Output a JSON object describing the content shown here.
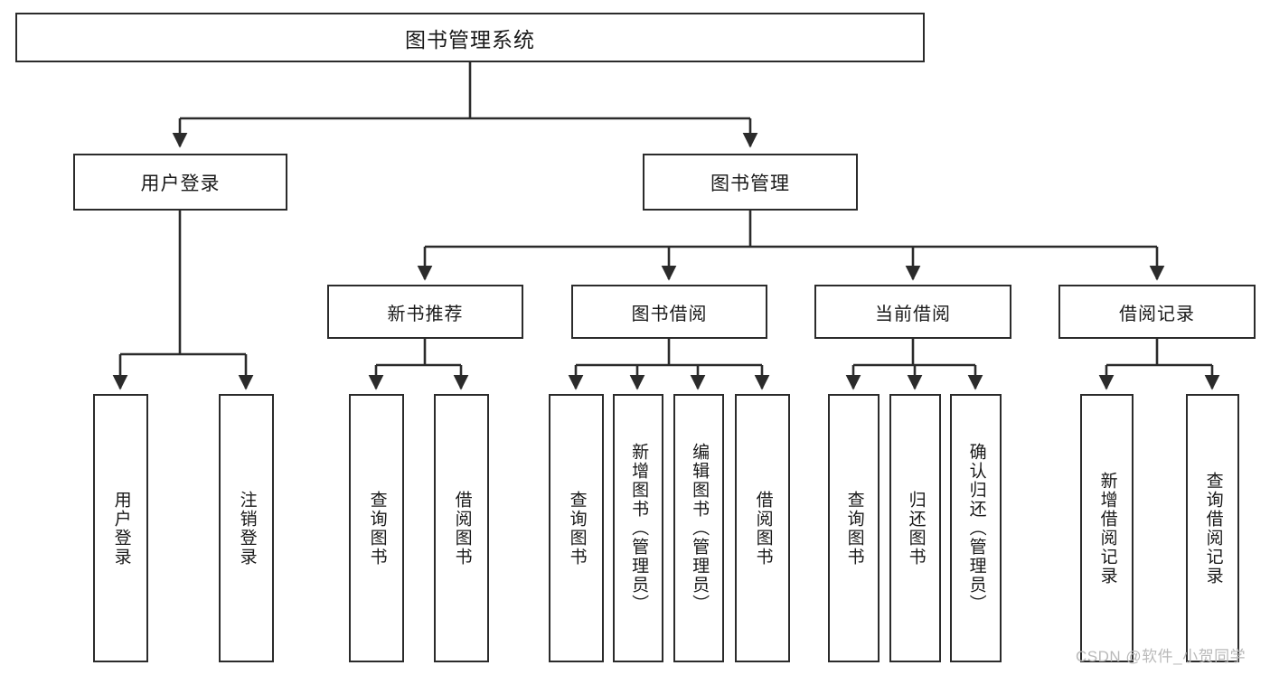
{
  "diagram": {
    "title": "图书管理系统",
    "type": "tree-hierarchy-chart",
    "colors": {
      "box_border": "#2b2b2b",
      "box_fill": "#ffffff",
      "edge": "#2b2b2b",
      "text": "#1a1a1a",
      "watermark": "#b9b9b9"
    },
    "root": {
      "id": "root",
      "label": "图书管理系统"
    },
    "level2": [
      {
        "id": "user-login",
        "label": "用户登录"
      },
      {
        "id": "book-manage",
        "label": "图书管理"
      }
    ],
    "level3": [
      {
        "id": "new-book-rec",
        "label": "新书推荐",
        "parent": "book-manage"
      },
      {
        "id": "book-borrow",
        "label": "图书借阅",
        "parent": "book-manage"
      },
      {
        "id": "current-borrow",
        "label": "当前借阅",
        "parent": "book-manage"
      },
      {
        "id": "borrow-record",
        "label": "借阅记录",
        "parent": "book-manage"
      }
    ],
    "leaves": [
      {
        "id": "leaf-user-login",
        "label": "用户登录",
        "parent": "user-login"
      },
      {
        "id": "leaf-logout",
        "label": "注销登录",
        "parent": "user-login"
      },
      {
        "id": "leaf-query-book-1",
        "label": "查询图书",
        "parent": "new-book-rec"
      },
      {
        "id": "leaf-borrow-book-1",
        "label": "借阅图书",
        "parent": "new-book-rec"
      },
      {
        "id": "leaf-query-book-2",
        "label": "查询图书",
        "parent": "book-borrow"
      },
      {
        "id": "leaf-add-book",
        "label": "新增图书（管理员）",
        "parent": "book-borrow"
      },
      {
        "id": "leaf-edit-book",
        "label": "编辑图书（管理员）",
        "parent": "book-borrow"
      },
      {
        "id": "leaf-borrow-book-2",
        "label": "借阅图书",
        "parent": "book-borrow"
      },
      {
        "id": "leaf-query-book-3",
        "label": "查询图书",
        "parent": "current-borrow"
      },
      {
        "id": "leaf-return-book",
        "label": "归还图书",
        "parent": "current-borrow"
      },
      {
        "id": "leaf-confirm-return",
        "label": "确认归还（管理员）",
        "parent": "current-borrow"
      },
      {
        "id": "leaf-add-record",
        "label": "新增借阅记录",
        "parent": "borrow-record"
      },
      {
        "id": "leaf-query-record",
        "label": "查询借阅记录",
        "parent": "borrow-record"
      }
    ],
    "watermark": "CSDN @软件_小贺同学"
  }
}
